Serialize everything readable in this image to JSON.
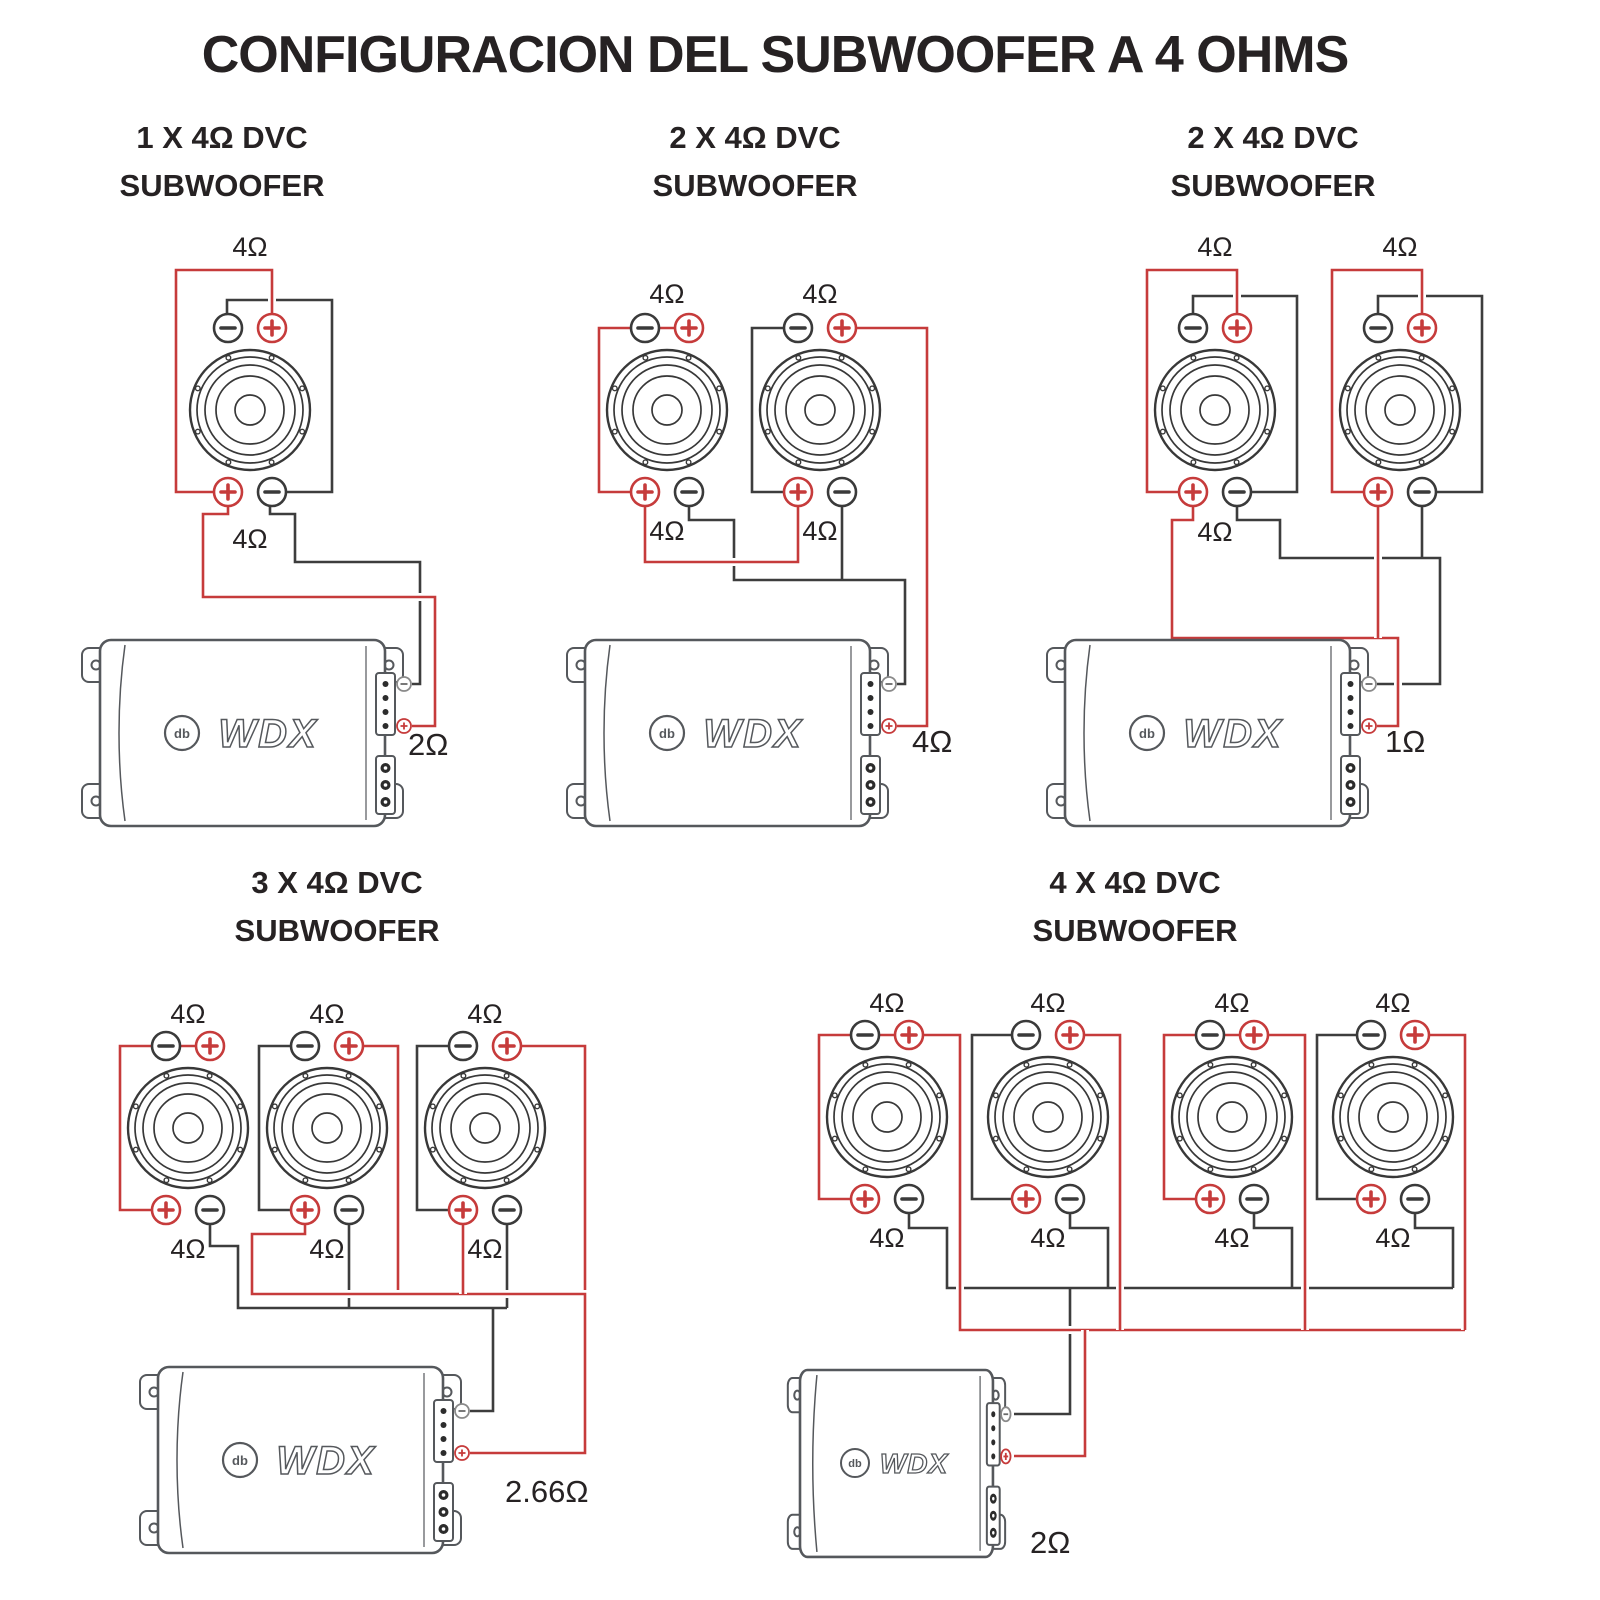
{
  "title": "CONFIGURACION DEL SUBWOOFER A 4 OHMS",
  "brand": {
    "name": "WDX",
    "mark": "db"
  },
  "colors": {
    "wire_positive": "#c63b3b",
    "wire_negative": "#3d3d3d",
    "amp_outline": "#55585c",
    "text": "#262223",
    "background": "#ffffff"
  },
  "terminal_signs": {
    "negative": "−",
    "positive": "+"
  },
  "panels": [
    {
      "title1": "1 X 4Ω DVC",
      "title2": "SUBWOOFER",
      "coil_top": [
        "4Ω"
      ],
      "coil_bottom": [
        "4Ω"
      ],
      "amp_impedance": "2Ω"
    },
    {
      "title1": "2 X 4Ω DVC",
      "title2": "SUBWOOFER",
      "coil_top": [
        "4Ω",
        "4Ω"
      ],
      "coil_bottom": [
        "4Ω",
        "4Ω"
      ],
      "amp_impedance": "4Ω"
    },
    {
      "title1": "2 X 4Ω DVC",
      "title2": "SUBWOOFER",
      "coil_top": [
        "4Ω",
        "4Ω"
      ],
      "coil_bottom": [
        "4Ω"
      ],
      "amp_impedance": "1Ω"
    },
    {
      "title1": "3 X 4Ω DVC",
      "title2": "SUBWOOFER",
      "coil_top": [
        "4Ω",
        "4Ω",
        "4Ω"
      ],
      "coil_bottom": [
        "4Ω",
        "4Ω",
        "4Ω"
      ],
      "amp_impedance": "2.66Ω"
    },
    {
      "title1": "4 X 4Ω DVC",
      "title2": "SUBWOOFER",
      "coil_top": [
        "4Ω",
        "4Ω",
        "4Ω",
        "4Ω"
      ],
      "coil_bottom": [
        "4Ω",
        "4Ω",
        "4Ω",
        "4Ω"
      ],
      "amp_impedance": "2Ω"
    }
  ]
}
